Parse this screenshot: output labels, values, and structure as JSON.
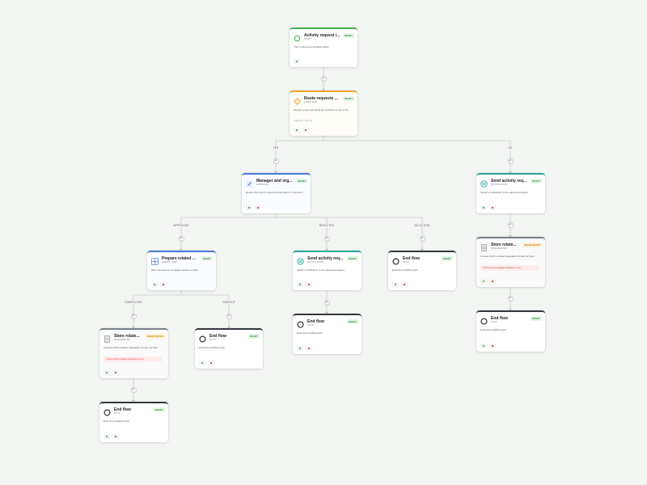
{
  "nodes": {
    "start": {
      "title": "Activity request i...",
      "type": "START",
      "badge": "READY",
      "desc": "This is where the workflow starts."
    },
    "route": {
      "title": "Route requests ...",
      "type": "CONDITION",
      "badge": "READY",
      "desc": "Checks a rule and sends the workflow to Yes or No.",
      "extra": "Outcomes: Yes / No"
    },
    "manager": {
      "title": "Manager and org...",
      "type": "APPROVAL",
      "badge": "READY",
      "desc": "Routes this step for approval and waits for a decision."
    },
    "notify_no": {
      "title": "Send activity req...",
      "type": "NOTIFICATION",
      "badge": "READY",
      "desc": "Sends a notification to the selected recipient."
    },
    "prepare": {
      "title": "Prepare related ...",
      "type": "HUMAN TASK",
      "badge": "READY",
      "desc": "Asks someone to complete a follow-up task."
    },
    "notify_rej": {
      "title": "Send activity req...",
      "type": "NOTIFICATION",
      "badge": "READY",
      "desc": "Sends a notification to the selected recipient."
    },
    "end_noaction": {
      "title": "End flow",
      "type": "STOP",
      "badge": "READY",
      "desc": "Ends this workflow path."
    },
    "store_no": {
      "title": "Store relate...",
      "type": "INTEGRATION",
      "badge": "NEEDS SETUP",
      "desc": "Choose which enabled integration should run here.",
      "error": "Choose which enabled integration to use"
    },
    "store_c": {
      "title": "Store relate...",
      "type": "INTEGRATION",
      "badge": "NEEDS SETUP",
      "desc": "Choose which enabled integration should run here.",
      "error": "Choose which enabled integration to use"
    },
    "end_timeout": {
      "title": "End flow",
      "type": "STOP",
      "badge": "READY",
      "desc": "Ends this workflow path."
    },
    "end_rej": {
      "title": "End flow",
      "type": "STOP",
      "badge": "READY",
      "desc": "Ends this workflow path."
    },
    "end_no": {
      "title": "End flow",
      "type": "STOP",
      "badge": "READY",
      "desc": "Ends this workflow path."
    },
    "end_c": {
      "title": "End flow",
      "type": "STOP",
      "badge": "READY",
      "desc": "Ends this workflow path."
    }
  },
  "branch_labels": {
    "yes": "YES",
    "no": "NO",
    "approved": "APPROVED",
    "rejected": "REJECTED",
    "no_action": "NO ACTION",
    "completed": "COMPLETED",
    "timeout": "TIMEOUT"
  },
  "add_step_symbol": "+",
  "colors": {
    "start": "#4caf50",
    "condition": "#f0a030",
    "approval": "#4a78d8",
    "notification": "#2aa89a",
    "stop": "#333a40",
    "integration": "#7a828a"
  }
}
